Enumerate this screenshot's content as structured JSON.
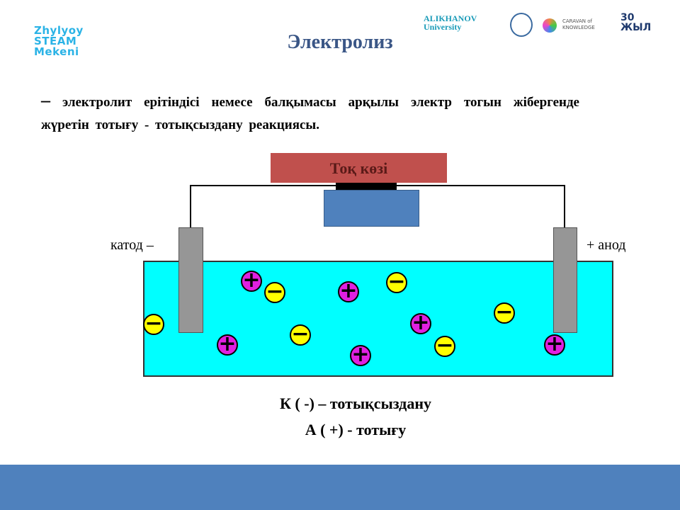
{
  "header": {
    "logo_left": [
      "Zhylyoy",
      "STEAM",
      "Mekeni"
    ],
    "title": "Электролиз",
    "logos_right": [
      "ALIKHANOV University",
      "CARAVAN of KNOWLEDGE",
      "30 ЖЫЛ"
    ]
  },
  "definition": {
    "dash": "–",
    "text": "электролит ерітіндісі немесе балқымасы арқылы электр тогын жібергенде жүретін тотығу - тотықсыздану реакциясы."
  },
  "diagram": {
    "power_source_label": "Тоқ көзі",
    "cathode_label": "катод –",
    "anode_label": "+ анод",
    "plus_sign": "+",
    "minus_sign": "−",
    "colors": {
      "solution": "#00ffff",
      "power": "#c0504d",
      "battery": "#4f81bd",
      "electrode": "#969696",
      "cation": "#e020e0",
      "anion": "#ffff00"
    }
  },
  "results": {
    "cathode": "К ( -) – тотықсыздану",
    "anode": "А ( +) - тотығу"
  },
  "footer": {
    "color": "#4f81bd"
  }
}
